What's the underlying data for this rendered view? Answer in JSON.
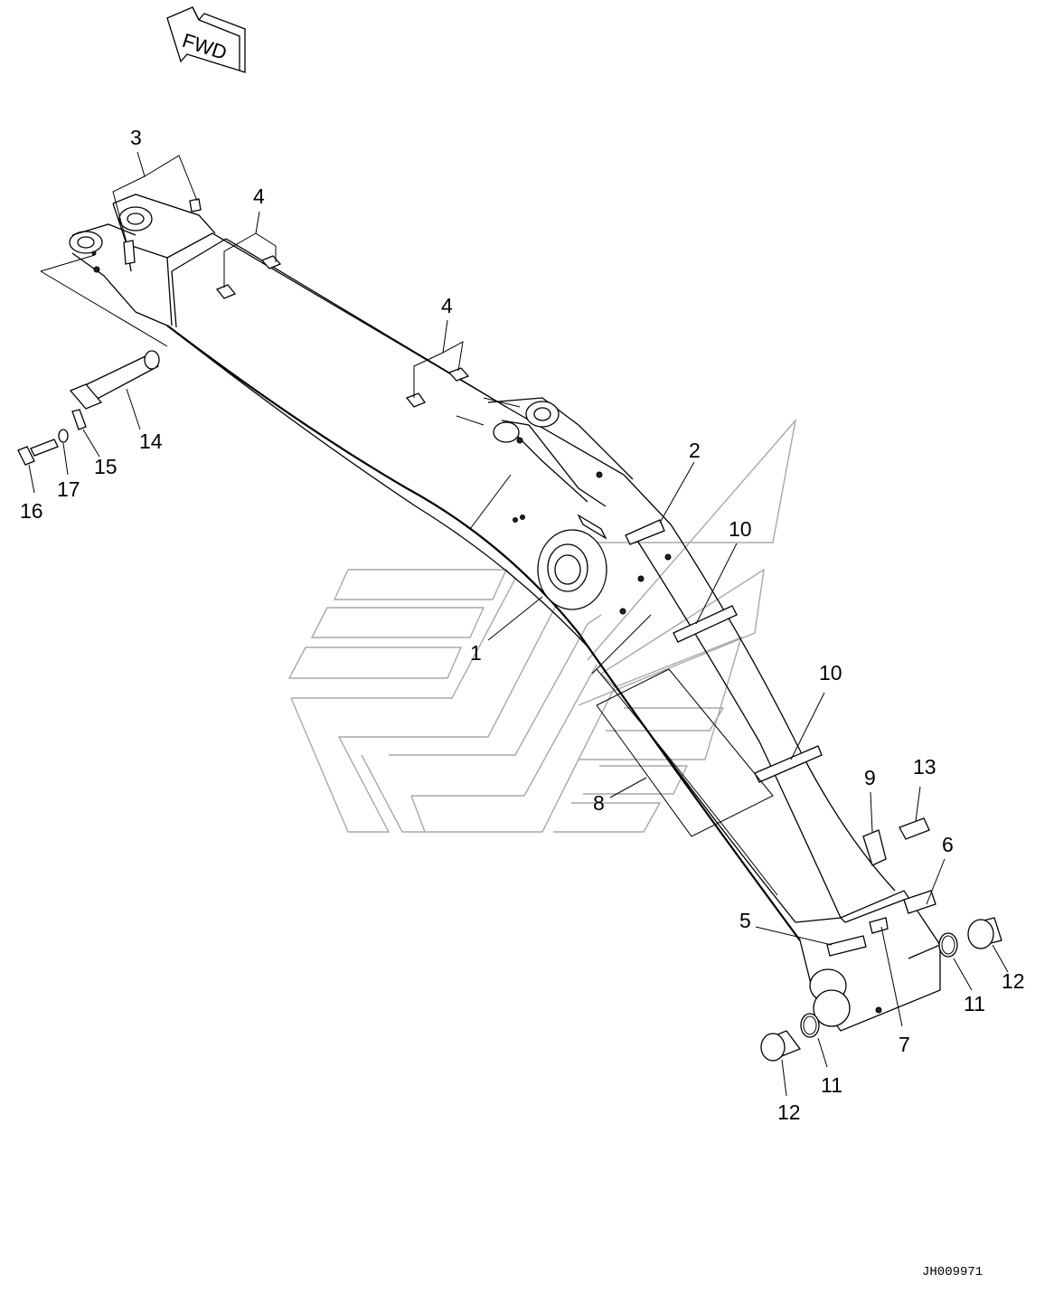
{
  "diagram": {
    "fwd_label": "FWD",
    "drawing_code": "JH009971",
    "callouts": [
      {
        "id": "c1",
        "text": "1"
      },
      {
        "id": "c2",
        "text": "2"
      },
      {
        "id": "c3",
        "text": "3"
      },
      {
        "id": "c4a",
        "text": "4"
      },
      {
        "id": "c4b",
        "text": "4"
      },
      {
        "id": "c5",
        "text": "5"
      },
      {
        "id": "c6",
        "text": "6"
      },
      {
        "id": "c7",
        "text": "7"
      },
      {
        "id": "c8",
        "text": "8"
      },
      {
        "id": "c9",
        "text": "9"
      },
      {
        "id": "c10a",
        "text": "10"
      },
      {
        "id": "c10b",
        "text": "10"
      },
      {
        "id": "c11a",
        "text": "11"
      },
      {
        "id": "c11b",
        "text": "11"
      },
      {
        "id": "c12a",
        "text": "12"
      },
      {
        "id": "c12b",
        "text": "12"
      },
      {
        "id": "c13",
        "text": "13"
      },
      {
        "id": "c14",
        "text": "14"
      },
      {
        "id": "c15",
        "text": "15"
      },
      {
        "id": "c16",
        "text": "16"
      },
      {
        "id": "c17",
        "text": "17"
      }
    ]
  }
}
